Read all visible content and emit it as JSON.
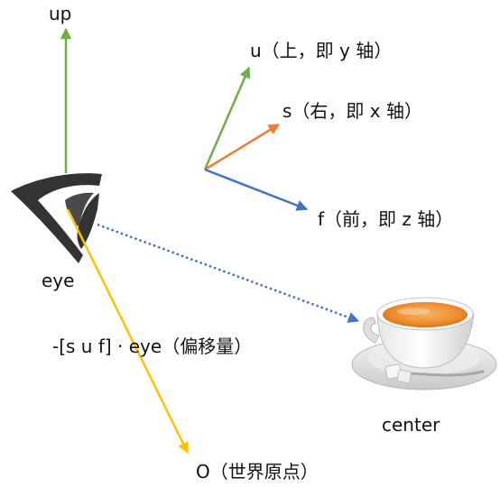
{
  "labels": {
    "up": "up",
    "u_axis": "u（上，即 y 轴）",
    "s_axis": "s（右，即 x 轴）",
    "f_axis": "f（前，即 z 轴）",
    "eye": "eye",
    "offset": "-[s u f] · eye（偏移量）",
    "center": "center",
    "origin": "O（世界原点）"
  },
  "colors": {
    "up_arrow": "#70ad47",
    "u_arrow": "#70ad47",
    "s_arrow": "#ed7d31",
    "f_arrow": "#4472c4",
    "view_line": "#4472c4",
    "offset_arrow": "#ffc000",
    "eye_icon": "#333333",
    "text": "#111111"
  },
  "icons": {
    "eye": "eye-icon",
    "center": "teacup-icon"
  }
}
